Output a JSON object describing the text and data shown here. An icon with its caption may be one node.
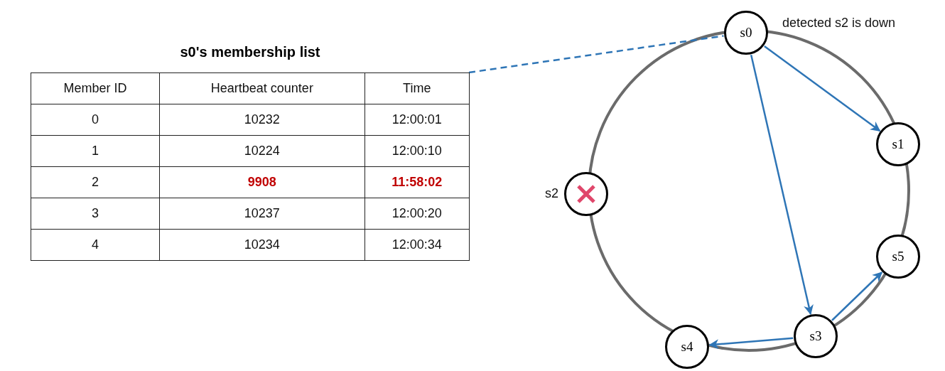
{
  "diagram": {
    "nodes": [
      {
        "text": [
          "s0's membership list"
        ]
      },
      {
        "text": [
          "s0"
        ],
        "beside": [
          "detected s2 is down"
        ]
      },
      {
        "text": [
          "s1"
        ]
      },
      {
        "text": [],
        "shape": "circle",
        "beside": [
          "s2"
        ]
      },
      {
        "text": [
          "s3"
        ]
      },
      {
        "text": [
          "s4"
        ]
      },
      {
        "text": [
          "s5"
        ]
      }
    ],
    "edges": [
      {
        "from": 0,
        "to": 1,
        "arrow": "none",
        "style": "dashed"
      },
      {
        "from": 1,
        "to": 2,
        "arrow": "to"
      },
      {
        "from": 1,
        "to": 4,
        "arrow": "to"
      },
      {
        "from": 4,
        "to": 5,
        "arrow": "to"
      },
      {
        "from": 4,
        "to": 6,
        "arrow": "to"
      }
    ],
    "labels": [
      "Member ID",
      "Heartbeat counter",
      "Time",
      "0",
      "10232",
      "12:00:01",
      "1",
      "10224",
      "12:00:10",
      "2",
      "9908",
      "11:58:02",
      "3",
      "10237",
      "12:00:20",
      "4",
      "10234",
      "12:00:34"
    ]
  }
}
